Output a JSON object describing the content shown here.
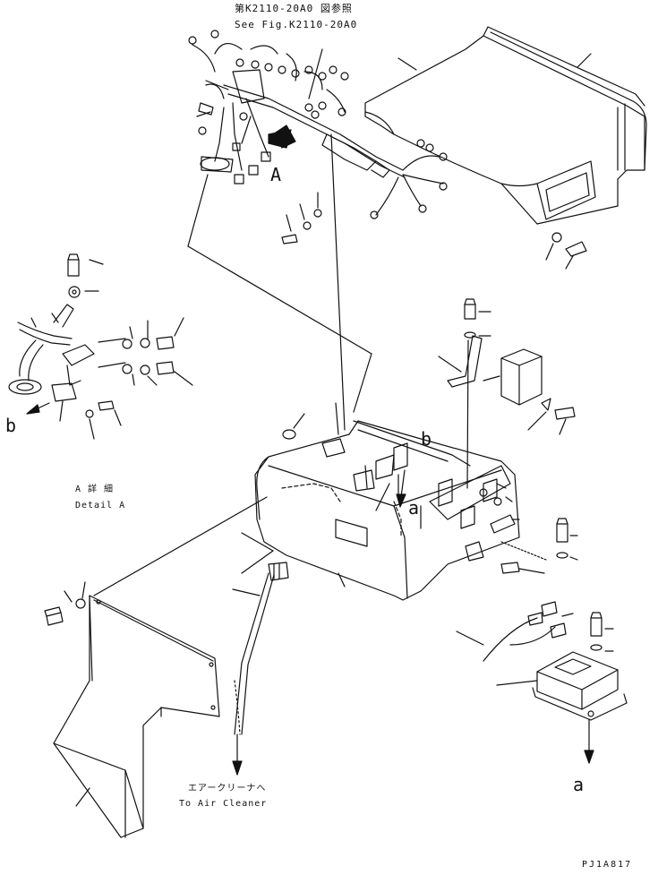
{
  "header": {
    "ref_jp": "第K2110-20A0 図参照",
    "ref_en": "See Fig.K2110-20A0"
  },
  "callouts": {
    "a_upper": "A",
    "b_left": "b",
    "b_mid": "b",
    "a_mid": "a",
    "a_bottom": "a"
  },
  "detail": {
    "jp": "A 詳 細",
    "en": "Detail A"
  },
  "air_cleaner": {
    "jp": "エアークリーナへ",
    "en": "To Air Cleaner"
  },
  "drawing_code": "PJ1A817"
}
